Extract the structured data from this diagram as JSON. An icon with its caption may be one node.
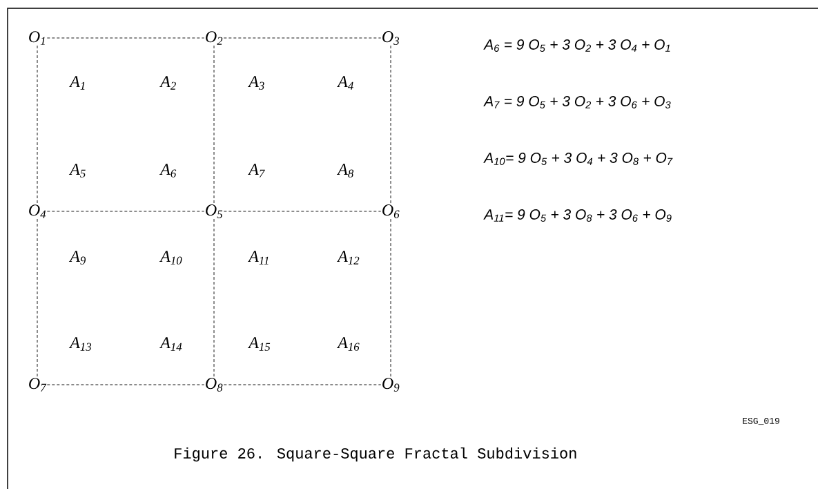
{
  "diagram": {
    "caption": "Figure 26. Square-Square Fractal Subdivision",
    "nodes": [
      {
        "text": [
          "O$_{1}$"
        ]
      },
      {
        "text": [
          "O$_{2}$"
        ]
      },
      {
        "text": [
          "O$_{3}$"
        ]
      },
      {
        "text": [
          "O$_{4}$"
        ]
      },
      {
        "text": [
          "O$_{5}$"
        ]
      },
      {
        "text": [
          "O$_{6}$"
        ]
      },
      {
        "text": [
          "O$_{7}$"
        ]
      },
      {
        "text": [
          "O$_{8}$"
        ]
      },
      {
        "text": [
          "O$_{9}$"
        ]
      }
    ],
    "edges": [
      {
        "from": 0,
        "to": 1,
        "arrow": "none",
        "style": "dashed"
      },
      {
        "from": 1,
        "to": 2,
        "arrow": "none",
        "style": "dashed"
      },
      {
        "from": 0,
        "to": 3,
        "arrow": "none",
        "style": "dashed"
      },
      {
        "from": 1,
        "to": 4,
        "arrow": "none",
        "style": "dashed"
      },
      {
        "from": 2,
        "to": 5,
        "arrow": "none",
        "style": "dashed"
      },
      {
        "from": 3,
        "to": 4,
        "arrow": "none",
        "style": "dashed"
      },
      {
        "from": 4,
        "to": 5,
        "arrow": "none",
        "style": "dashed"
      },
      {
        "from": 3,
        "to": 6,
        "arrow": "none",
        "style": "dashed"
      },
      {
        "from": 4,
        "to": 7,
        "arrow": "none",
        "style": "dashed"
      },
      {
        "from": 5,
        "to": 8,
        "arrow": "none",
        "style": "dashed"
      },
      {
        "from": 6,
        "to": 7,
        "arrow": "none",
        "style": "dashed"
      },
      {
        "from": 7,
        "to": 8,
        "arrow": "none",
        "style": "dashed"
      }
    ],
    "labels": [
      "A$_{1}$",
      "A$_{2}$",
      "A$_{3}$",
      "A$_{4}$",
      "A$_{5}$",
      "A$_{6}$",
      "A$_{7}$",
      "A$_{8}$",
      "A$_{9}$",
      "A$_{10}$",
      "A$_{11}$",
      "A$_{12}$",
      "A$_{13}$",
      "A$_{14}$",
      "A$_{15}$",
      "A$_{16}$",
      "A$_{6}$ = 9 O$_{5}$ + 3 O$_{2}$ + 3 O$_{4}$ + O$_{1}$",
      "A$_{7}$ = 9 O$_{5}$ + 3 O$_{2}$ + 3 O$_{6}$ + O$_{3}$",
      "A$_{10}$= 9 O$_{5}$ + 3 O$_{4}$ + 3 O$_{8}$ + O$_{7}$",
      "A$_{11}$= 9 O$_{5}$ + 3 O$_{8}$ + 3 O$_{6}$ + O$_{9}$",
      "ESG_019"
    ]
  }
}
